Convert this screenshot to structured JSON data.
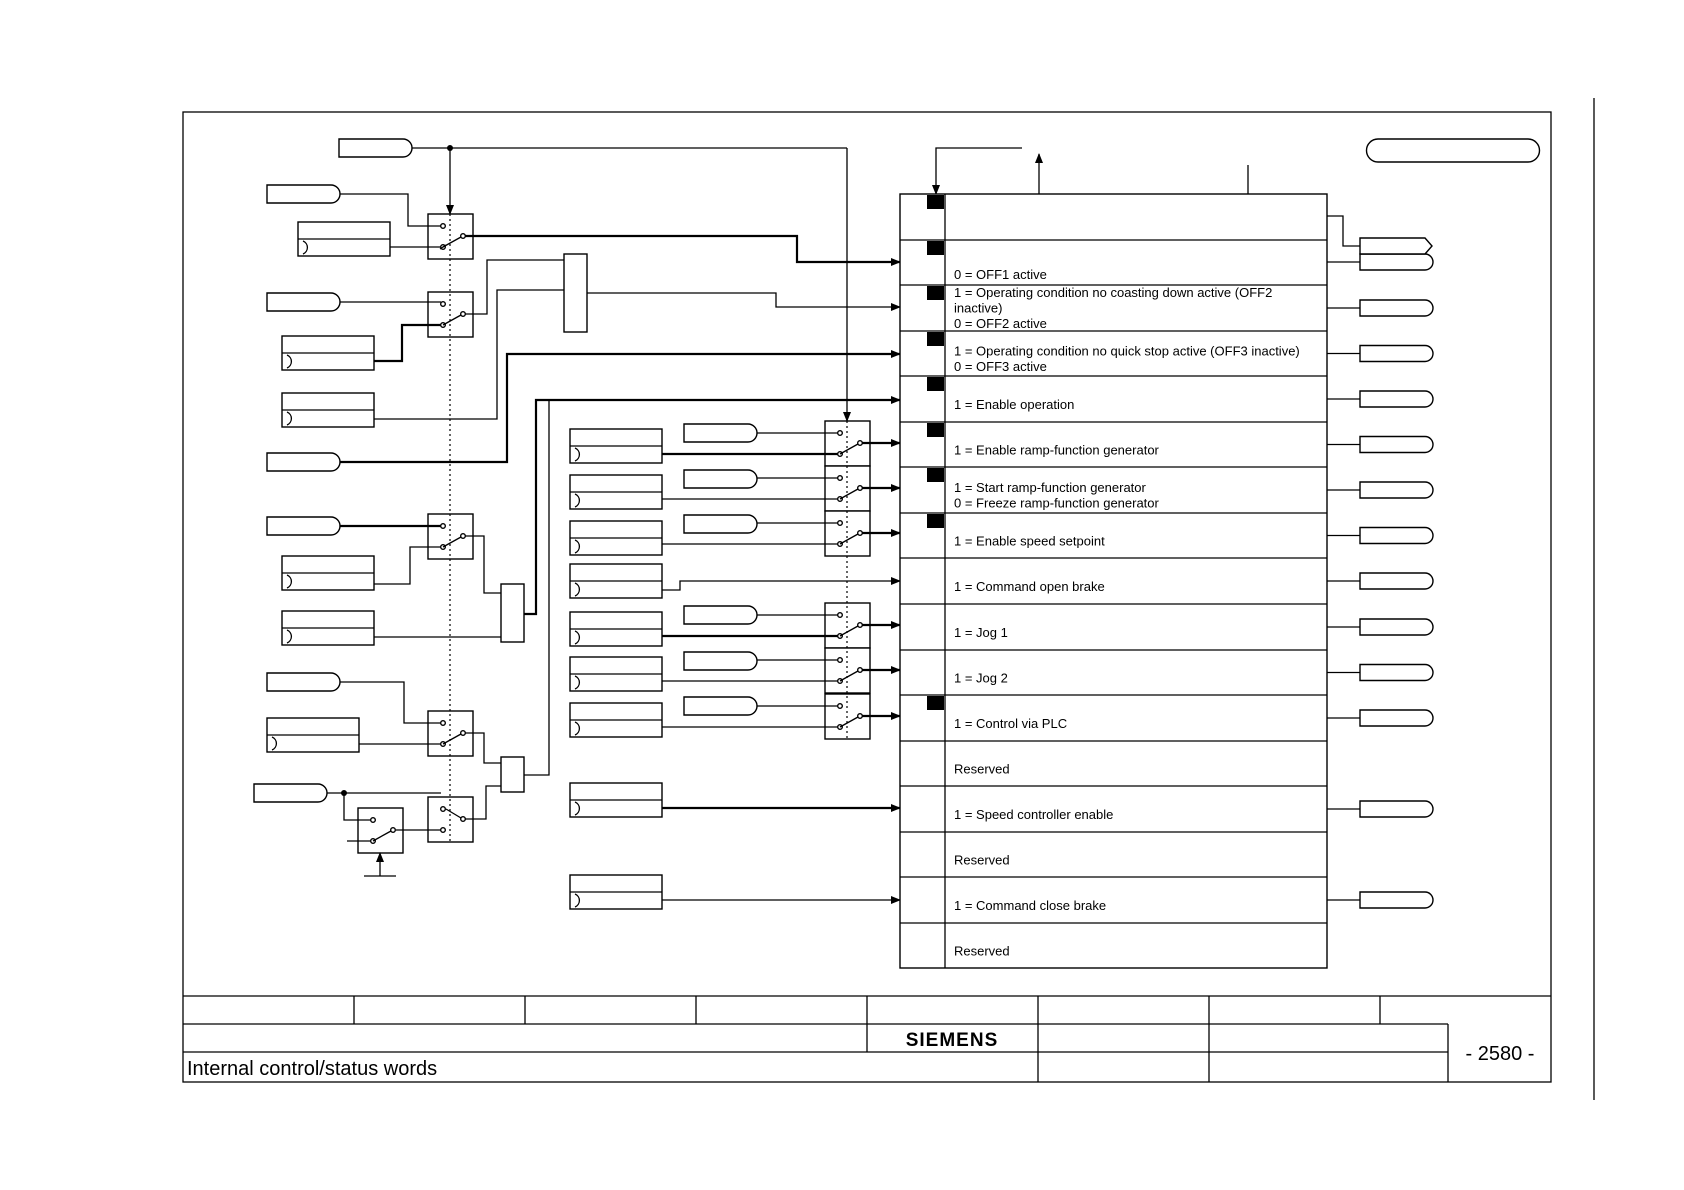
{
  "status_word_bits": [
    {
      "label_lines": []
    },
    {
      "label_lines": [
        "0 = OFF1 active"
      ]
    },
    {
      "label_lines": [
        "1 = Operating condition no coasting down active (OFF2",
        "inactive)",
        "0 = OFF2 active"
      ]
    },
    {
      "label_lines": [
        "1 = Operating condition no quick stop active (OFF3 inactive)",
        "0 = OFF3 active"
      ]
    },
    {
      "label_lines": [
        "1 = Enable operation"
      ]
    },
    {
      "label_lines": [
        "1 = Enable ramp-function generator"
      ]
    },
    {
      "label_lines": [
        "1 = Start ramp-function generator",
        "0 = Freeze ramp-function generator"
      ]
    },
    {
      "label_lines": [
        "1 = Enable speed setpoint"
      ]
    },
    {
      "label_lines": [
        "1 = Command open brake"
      ]
    },
    {
      "label_lines": [
        "1 = Jog 1"
      ]
    },
    {
      "label_lines": [
        "1 = Jog 2"
      ]
    },
    {
      "label_lines": [
        "1 = Control via PLC"
      ]
    },
    {
      "label_lines": [
        "Reserved"
      ]
    },
    {
      "label_lines": [
        "1 = Speed controller enable"
      ]
    },
    {
      "label_lines": [
        "Reserved"
      ]
    },
    {
      "label_lines": [
        "1 = Command close brake"
      ]
    },
    {
      "label_lines": [
        "Reserved"
      ]
    }
  ],
  "title_block": {
    "brand": "SIEMENS",
    "title": "Internal  control/status  words",
    "page_number": "- 2580 -"
  }
}
